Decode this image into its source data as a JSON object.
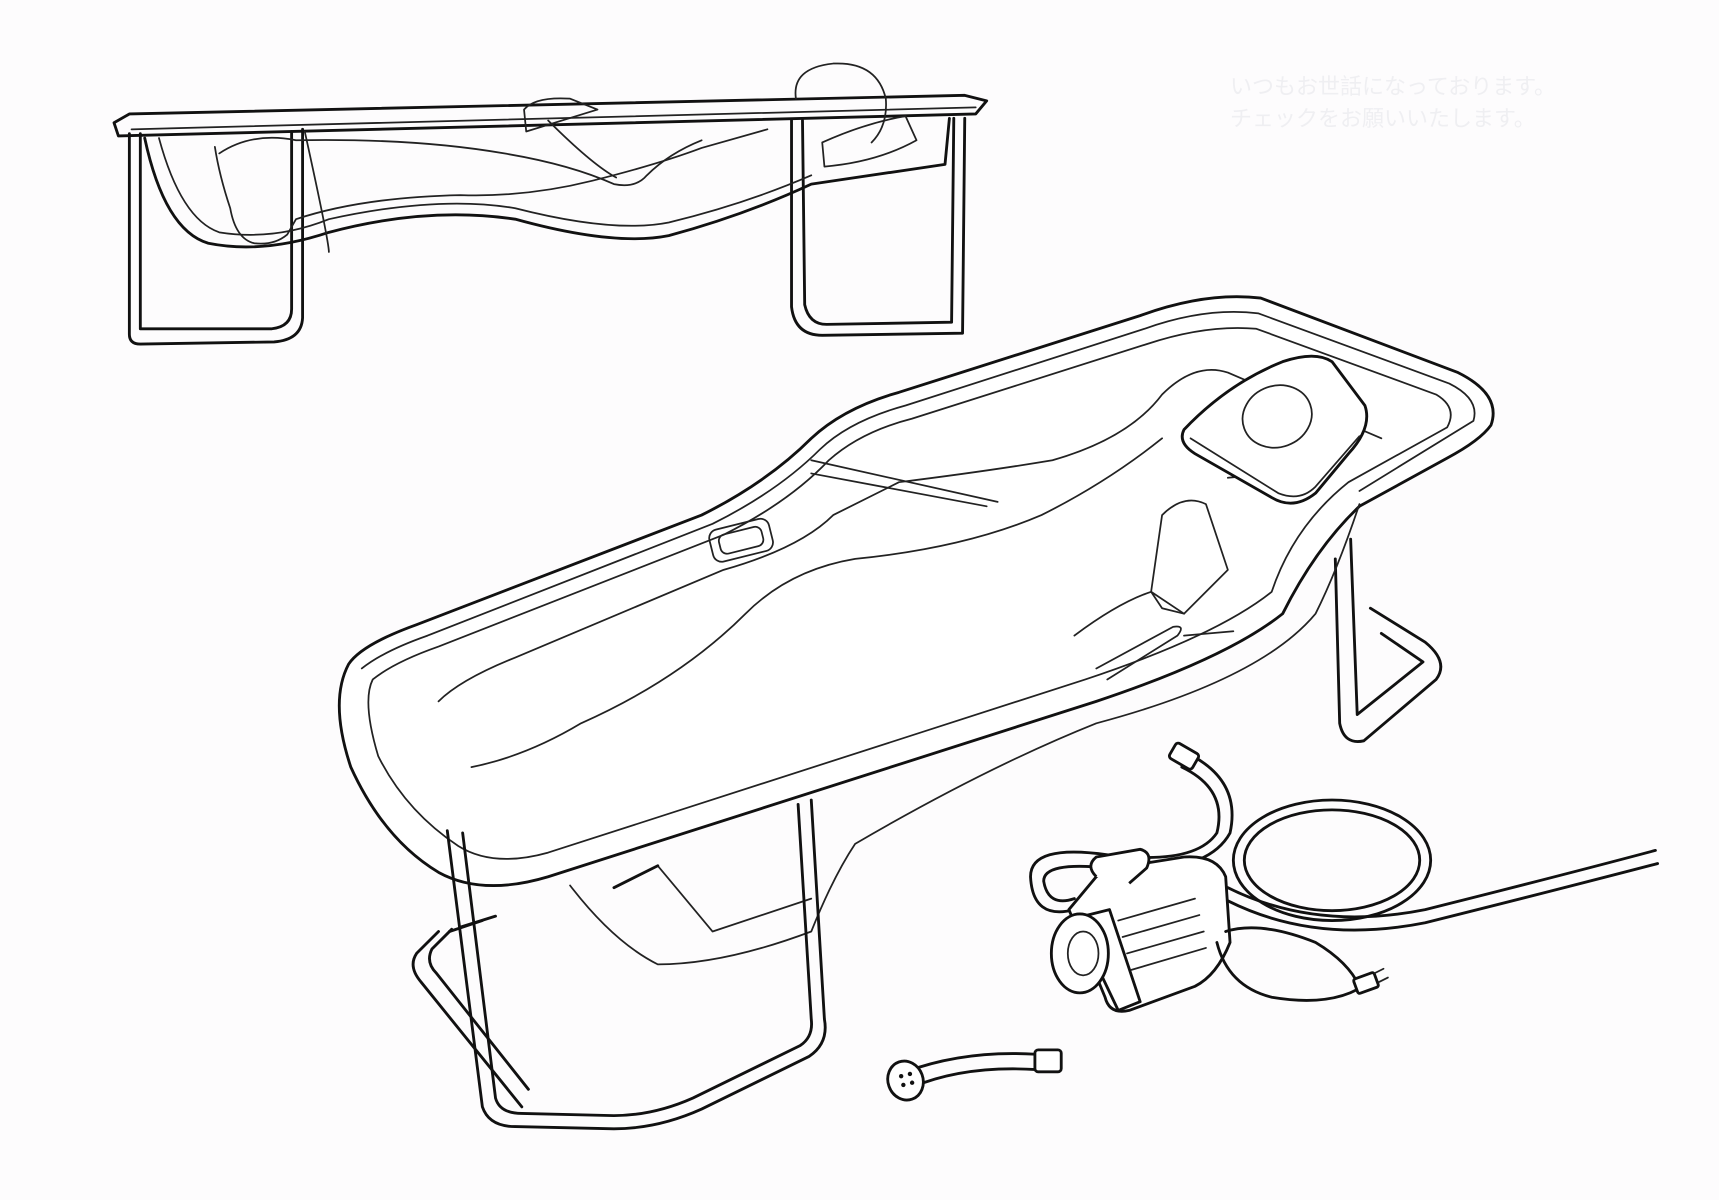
{
  "figure": {
    "bleed_through_text": [
      "いつもお世話になっております。",
      "チェックをお願いいたします。"
    ],
    "components": [
      "side-view-bed-with-person",
      "bath-tub-perspective",
      "frame-legs",
      "pump-unit",
      "hose",
      "power-cord",
      "shower-head"
    ]
  }
}
